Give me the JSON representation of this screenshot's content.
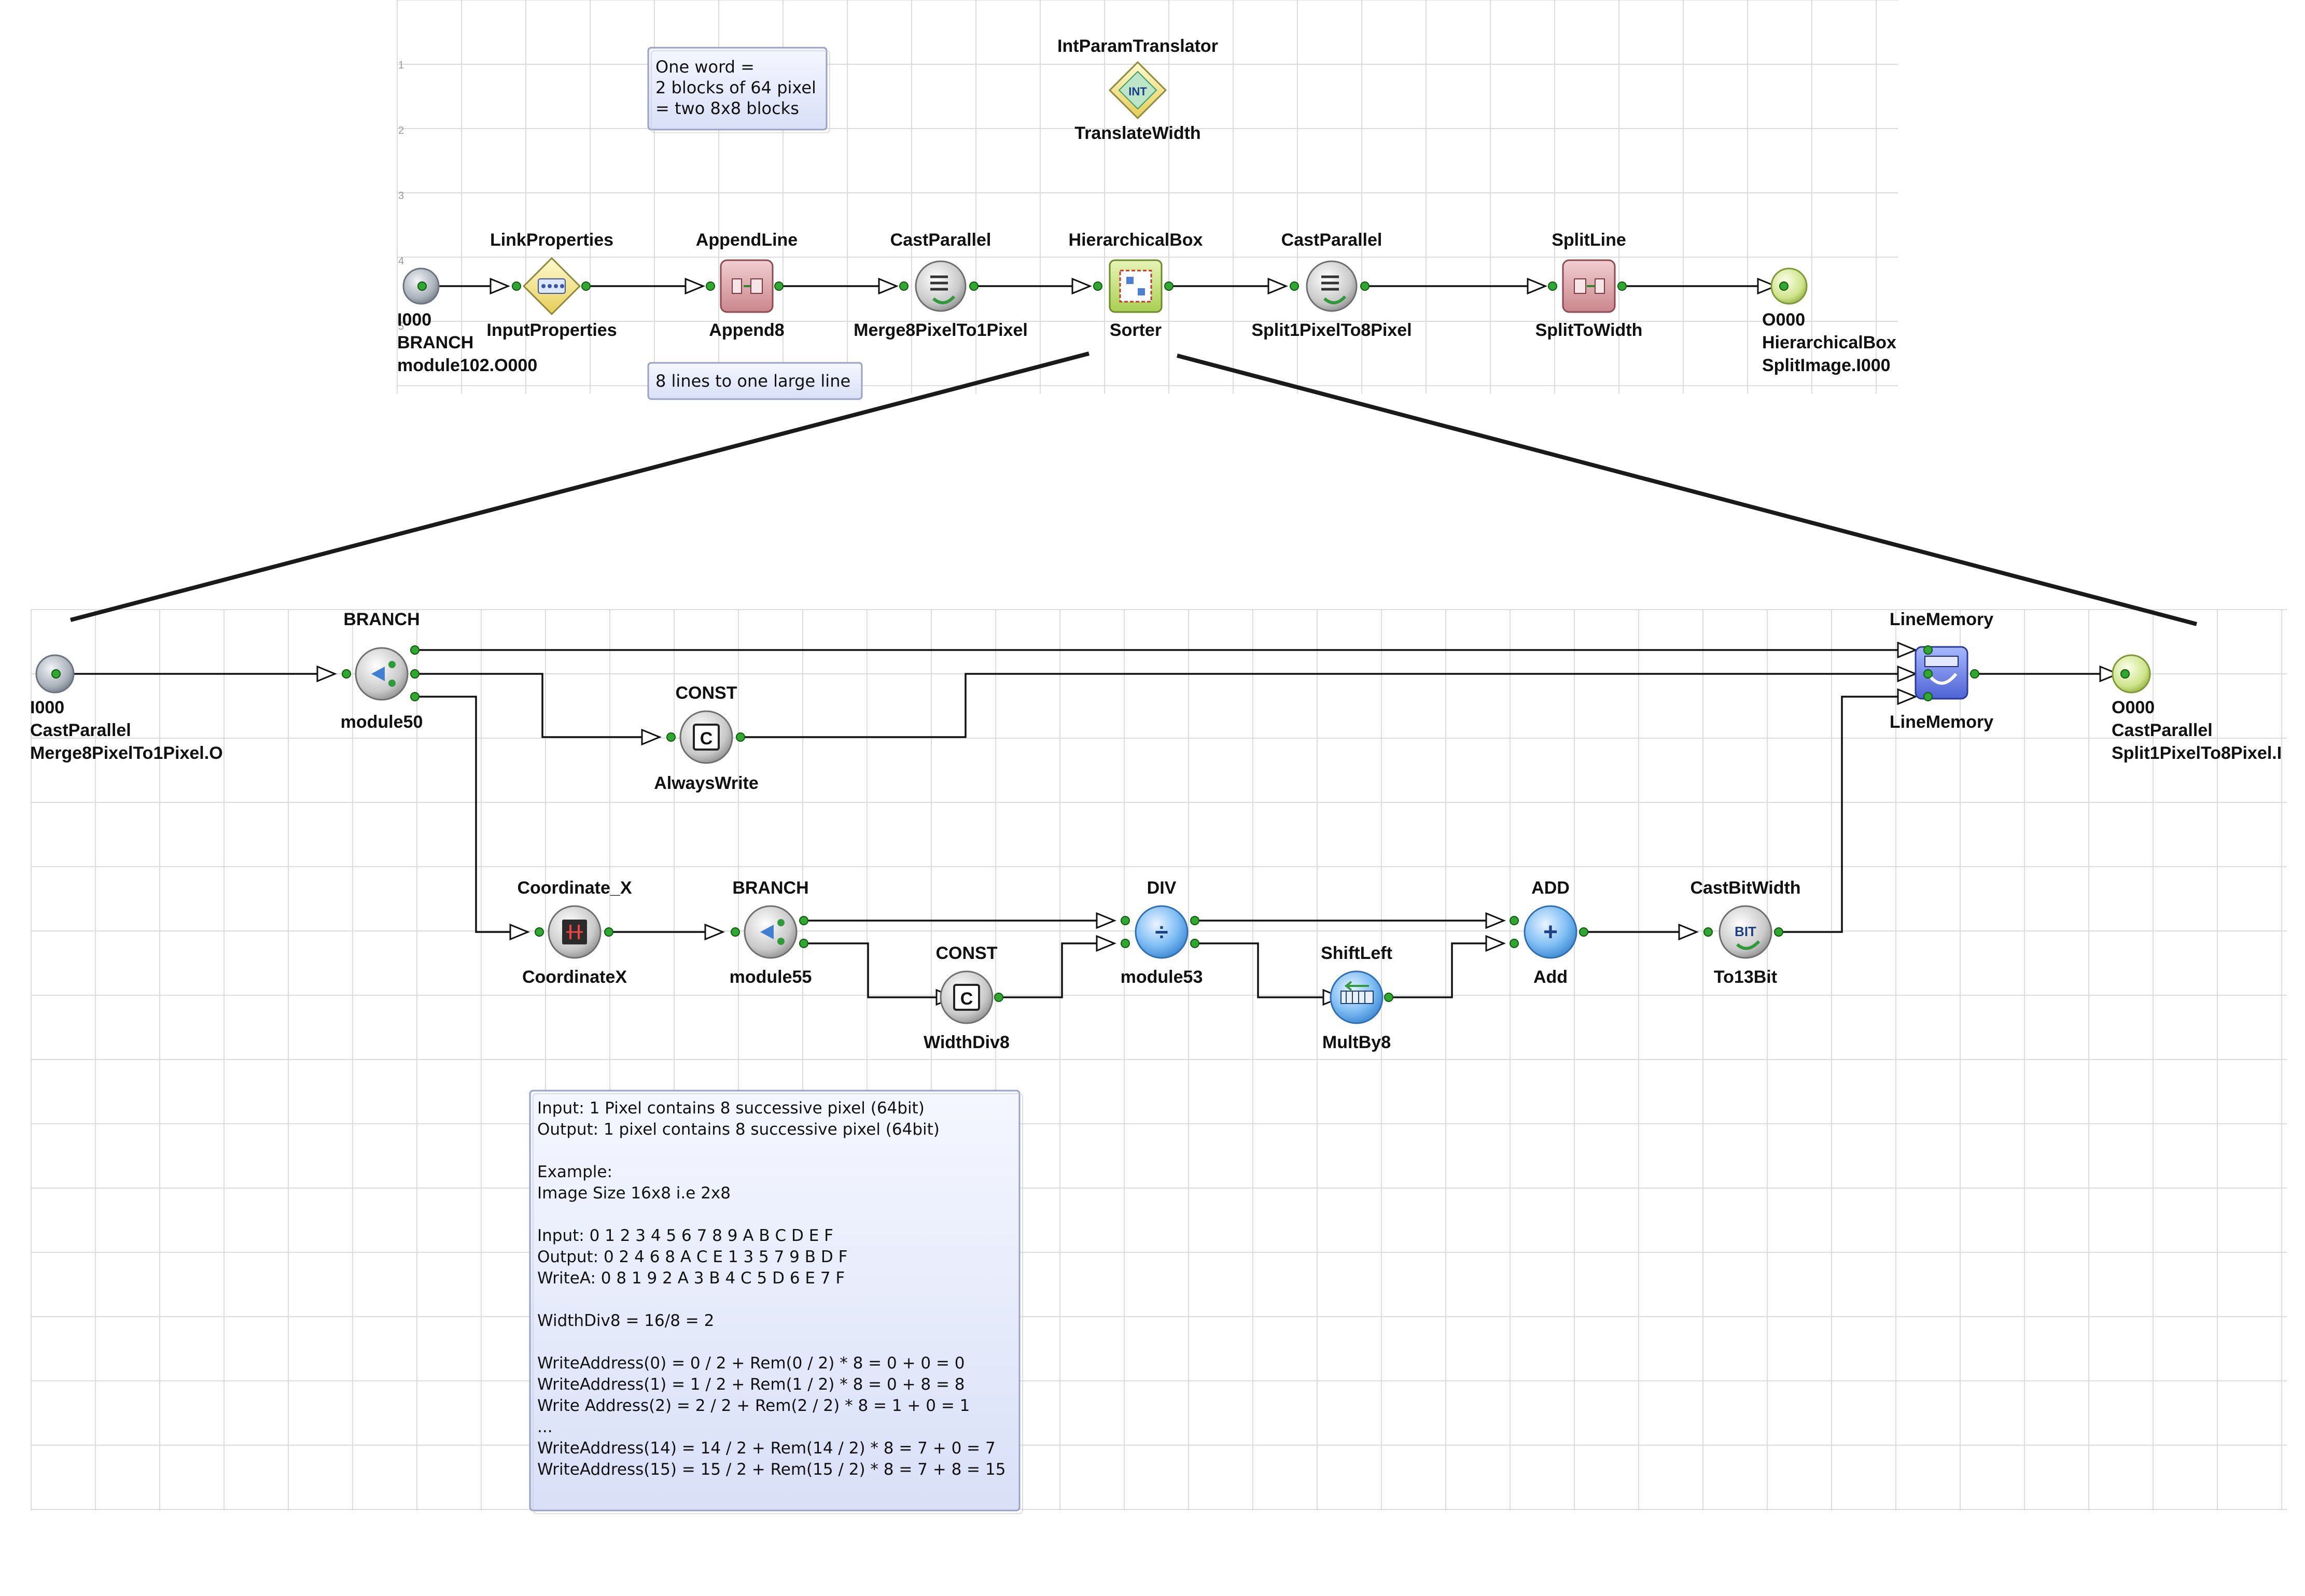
{
  "top_diagram": {
    "translator": {
      "title": "IntParamTranslator",
      "name": "TranslateWidth",
      "glyph": "INT"
    },
    "note_words": [
      "One word =",
      "2 blocks of 64 pixel",
      "= two  8x8 blocks"
    ],
    "note_lines": "8 lines to one large line",
    "input_port": {
      "lines": [
        "I000",
        "BRANCH",
        "module102.O000"
      ]
    },
    "output_port": {
      "lines": [
        "O000",
        "HierarchicalBox",
        "SplitImage.I000"
      ]
    },
    "modules": [
      {
        "type": "LinkProperties",
        "name": "InputProperties"
      },
      {
        "type": "AppendLine",
        "name": "Append8"
      },
      {
        "type": "CastParallel",
        "name": "Merge8PixelTo1Pixel"
      },
      {
        "type": "HierarchicalBox",
        "name": "Sorter"
      },
      {
        "type": "CastParallel",
        "name": "Split1PixelTo8Pixel"
      },
      {
        "type": "SplitLine",
        "name": "SplitToWidth"
      }
    ],
    "row_markers": [
      "1",
      "2",
      "3",
      "4",
      "5"
    ]
  },
  "bottom_diagram": {
    "input_port": {
      "lines": [
        "I000",
        "CastParallel",
        "Merge8PixelTo1Pixel.O"
      ]
    },
    "output_port": {
      "lines": [
        "O000",
        "CastParallel",
        "Split1PixelTo8Pixel.I"
      ]
    },
    "modules": {
      "branch1": {
        "type": "BRANCH",
        "name": "module50"
      },
      "const1": {
        "type": "CONST",
        "name": "AlwaysWrite",
        "glyph": "C"
      },
      "linememory": {
        "type": "LineMemory",
        "name": "LineMemory"
      },
      "coordx": {
        "type": "Coordinate_X",
        "name": "CoordinateX"
      },
      "branch2": {
        "type": "BRANCH",
        "name": "module55"
      },
      "const2": {
        "type": "CONST",
        "name": "WidthDiv8",
        "glyph": "C"
      },
      "div": {
        "type": "DIV",
        "name": "module53",
        "glyph": "÷"
      },
      "shiftleft": {
        "type": "ShiftLeft",
        "name": "MultBy8"
      },
      "add": {
        "type": "ADD",
        "name": "Add",
        "glyph": "+"
      },
      "castbit": {
        "type": "CastBitWidth",
        "name": "To13Bit",
        "glyph": "BIT"
      }
    },
    "note_lines": [
      "Input: 1 Pixel contains 8 successive pixel (64bit)",
      "Output: 1 pixel contains 8 successive pixel (64bit)",
      "",
      "Example:",
      "Image Size 16x8 i.e 2x8",
      "",
      "Input:   0 1 2 3 4 5 6 7 8 9 A B C D E F",
      "Output: 0 2 4 6 8 A C E 1 3 5 7 9 B D F",
      "WriteA: 0 8 1 9 2 A 3 B 4 C 5 D 6 E 7 F",
      "",
      "WidthDiv8 = 16/8 = 2",
      "",
      "WriteAddress(0) = 0 / 2 + Rem(0 / 2) * 8 = 0 + 0 = 0",
      "WriteAddress(1) = 1 / 2 + Rem(1 / 2) * 8 = 0 + 8 = 8",
      "Write Address(2) = 2 / 2 + Rem(2 / 2) * 8 = 1 + 0 = 1",
      "...",
      "WriteAddress(14) = 14 / 2 + Rem(14 / 2) * 8 = 7 + 0 = 7",
      "WriteAddress(15) = 15 / 2 + Rem(15 / 2) * 8 = 7 + 8 = 15"
    ]
  },
  "colors": {
    "wire": "#111111",
    "grid": "#dcdcdc",
    "port_in": "#9aa3ad",
    "port_out": "#b8d86a",
    "pin": "#2fa82f",
    "note_bg": "#e7ebfa",
    "note_border": "#98a2c4"
  }
}
